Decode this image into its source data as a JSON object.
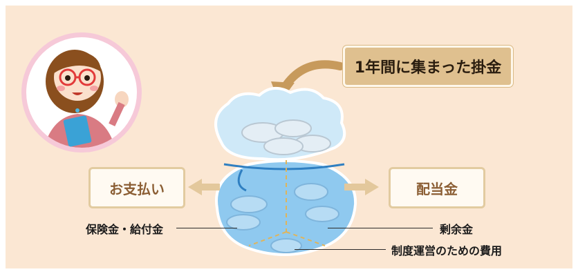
{
  "title": "1年間に集まった掛金",
  "left_box": "お支払い",
  "right_box": "配当金",
  "notes": {
    "insurance": "保険金・給付金",
    "surplus": "剰余金",
    "admin": "制度運営のための費用"
  },
  "colors": {
    "background": "#fbe7d3",
    "bag_light": "#cfe9f8",
    "bag_mid": "#8fc9ef",
    "arrow": "#c79a5c",
    "box_border": "#e2cba0",
    "title_fill": "#dfc08f"
  },
  "icons": [
    "woman-avatar-icon",
    "money-bag-icon",
    "curved-arrow-icon",
    "left-arrow-icon",
    "right-arrow-icon"
  ]
}
